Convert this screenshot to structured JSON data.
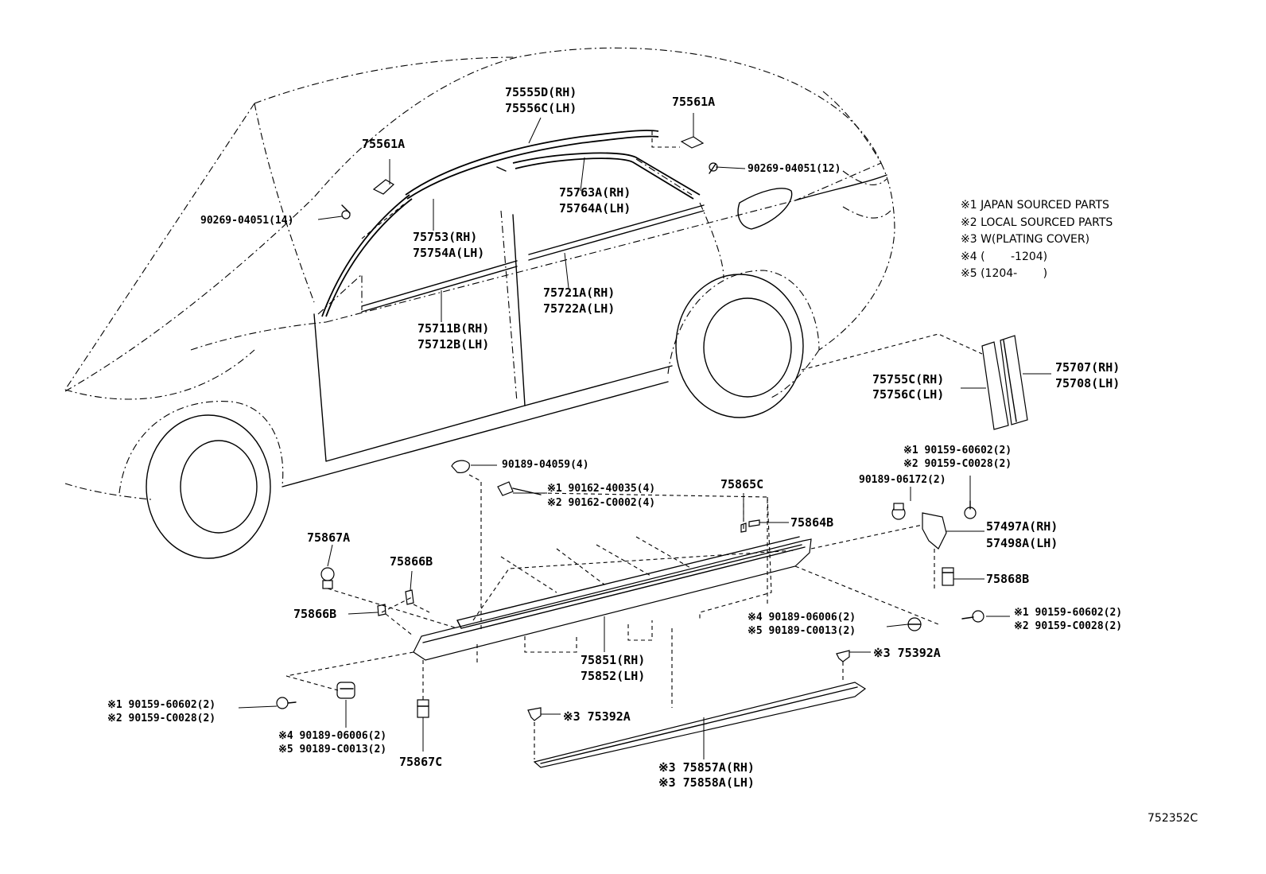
{
  "legend": [
    "※1 JAPAN SOURCED PARTS",
    "※2 LOCAL SOURCED PARTS",
    "※3 W(PLATING COVER)",
    "※4 (　　 -1204)",
    "※5 (1204-　　 )"
  ],
  "figure_id": "752352C",
  "labels": {
    "l75555d": "75555D(RH)",
    "l75556c": "75556C(LH)",
    "l75561a_r": "75561A",
    "l75561a_l": "75561A",
    "l90269_12": "90269-04051(12)",
    "l90269_14": "90269-04051(14)",
    "l75763a": "75763A(RH)",
    "l75764a": "75764A(LH)",
    "l75753": "75753(RH)",
    "l75754a": "75754A(LH)",
    "l75721a": "75721A(RH)",
    "l75722a": "75722A(LH)",
    "l75711b": "75711B(RH)",
    "l75712b": "75712B(LH)",
    "l75755c": "75755C(RH)",
    "l75756c": "75756C(LH)",
    "l75707": "75707(RH)",
    "l75708": "75708(LH)",
    "l90189_04059": "90189-04059(4)",
    "l90162_40035": "※1 90162-40035(4)",
    "l90162_c0002": "※2 90162-C0002(4)",
    "l75865c": "75865C",
    "l75864b": "75864B",
    "l90159_60602_tr": "※1 90159-60602(2)",
    "l90159_c0028_tr": "※2 90159-C0028(2)",
    "l90189_06172": "90189-06172(2)",
    "l57497a": "57497A(RH)",
    "l57498a": "57498A(LH)",
    "l75868b": "75868B",
    "l75867a": "75867A",
    "l75866b_top": "75866B",
    "l75866b_left": "75866B",
    "l90189_06006_r": "※4 90189-06006(2)",
    "l90189_c0013_r": "※5 90189-C0013(2)",
    "l90159_60602_r": "※1 90159-60602(2)",
    "l90159_c0028_r": "※2 90159-C0028(2)",
    "l75392a_r": "※3 75392A",
    "l75851": "75851(RH)",
    "l75852": "75852(LH)",
    "l90159_60602_bl": "※1 90159-60602(2)",
    "l90159_c0028_bl": "※2 90159-C0028(2)",
    "l90189_06006_bl": "※4 90189-06006(2)",
    "l90189_c0013_bl": "※5 90189-C0013(2)",
    "l75867c": "75867C",
    "l75392a_l": "※3 75392A",
    "l75857a": "※3 75857A(RH)",
    "l75858a": "※3 75858A(LH)"
  }
}
